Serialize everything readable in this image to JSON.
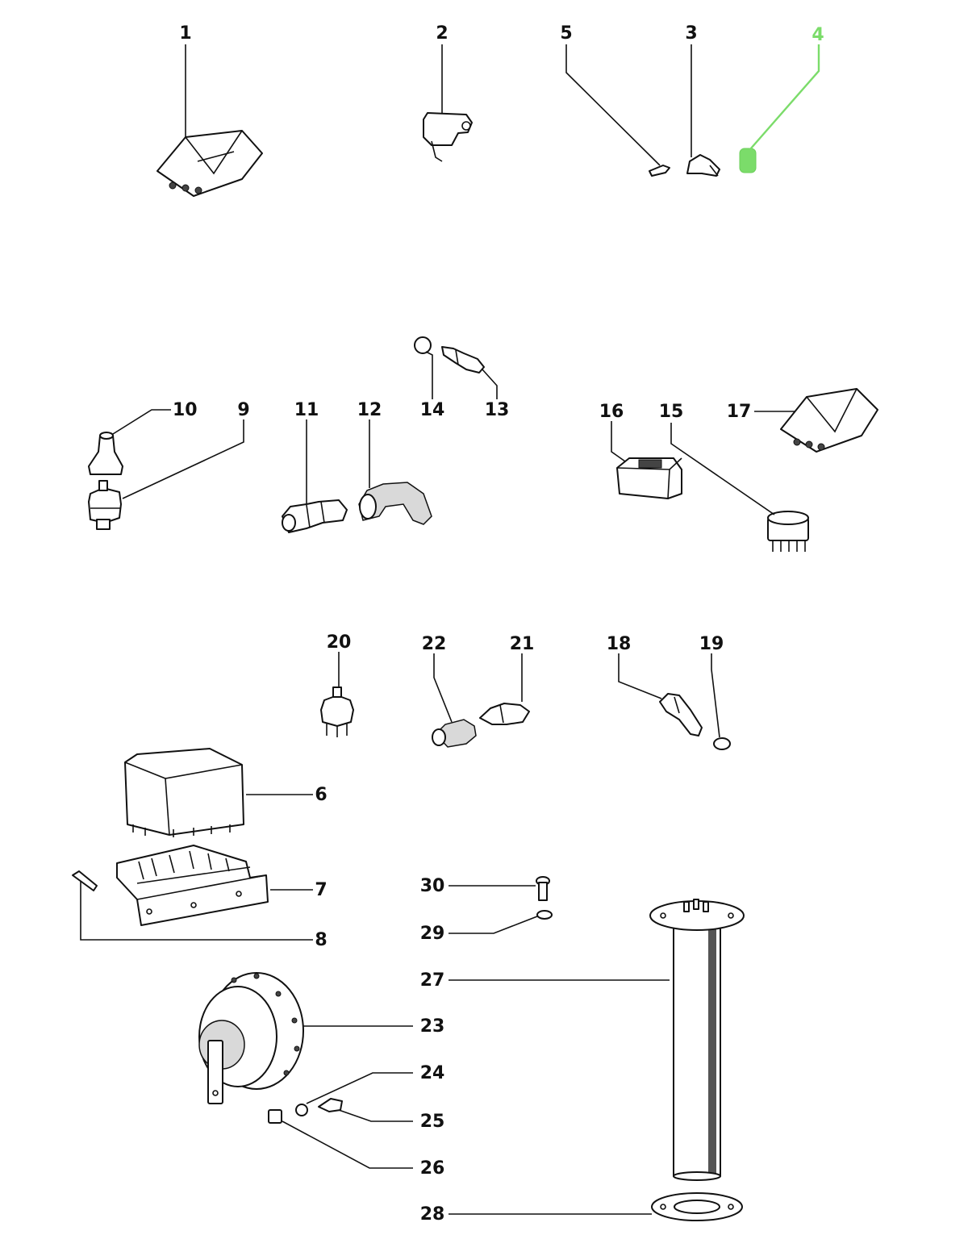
{
  "callouts": [
    {
      "id": "1",
      "label": "1"
    },
    {
      "id": "2",
      "label": "2"
    },
    {
      "id": "3",
      "label": "3"
    },
    {
      "id": "4",
      "label": "4",
      "highlight": true
    },
    {
      "id": "5",
      "label": "5"
    },
    {
      "id": "6",
      "label": "6"
    },
    {
      "id": "7",
      "label": "7"
    },
    {
      "id": "8",
      "label": "8"
    },
    {
      "id": "9",
      "label": "9"
    },
    {
      "id": "10",
      "label": "10"
    },
    {
      "id": "11",
      "label": "11"
    },
    {
      "id": "12",
      "label": "12"
    },
    {
      "id": "13",
      "label": "13"
    },
    {
      "id": "14",
      "label": "14"
    },
    {
      "id": "15",
      "label": "15"
    },
    {
      "id": "16",
      "label": "16"
    },
    {
      "id": "17",
      "label": "17"
    },
    {
      "id": "18",
      "label": "18"
    },
    {
      "id": "19",
      "label": "19"
    },
    {
      "id": "20",
      "label": "20"
    },
    {
      "id": "21",
      "label": "21"
    },
    {
      "id": "22",
      "label": "22"
    },
    {
      "id": "23",
      "label": "23"
    },
    {
      "id": "24",
      "label": "24"
    },
    {
      "id": "25",
      "label": "25"
    },
    {
      "id": "26",
      "label": "26"
    },
    {
      "id": "27",
      "label": "27"
    },
    {
      "id": "28",
      "label": "28"
    },
    {
      "id": "29",
      "label": "29"
    },
    {
      "id": "30",
      "label": "30"
    }
  ],
  "colors": {
    "highlight": "#7bdc6a",
    "ink": "#111111",
    "background": "#ffffff"
  }
}
